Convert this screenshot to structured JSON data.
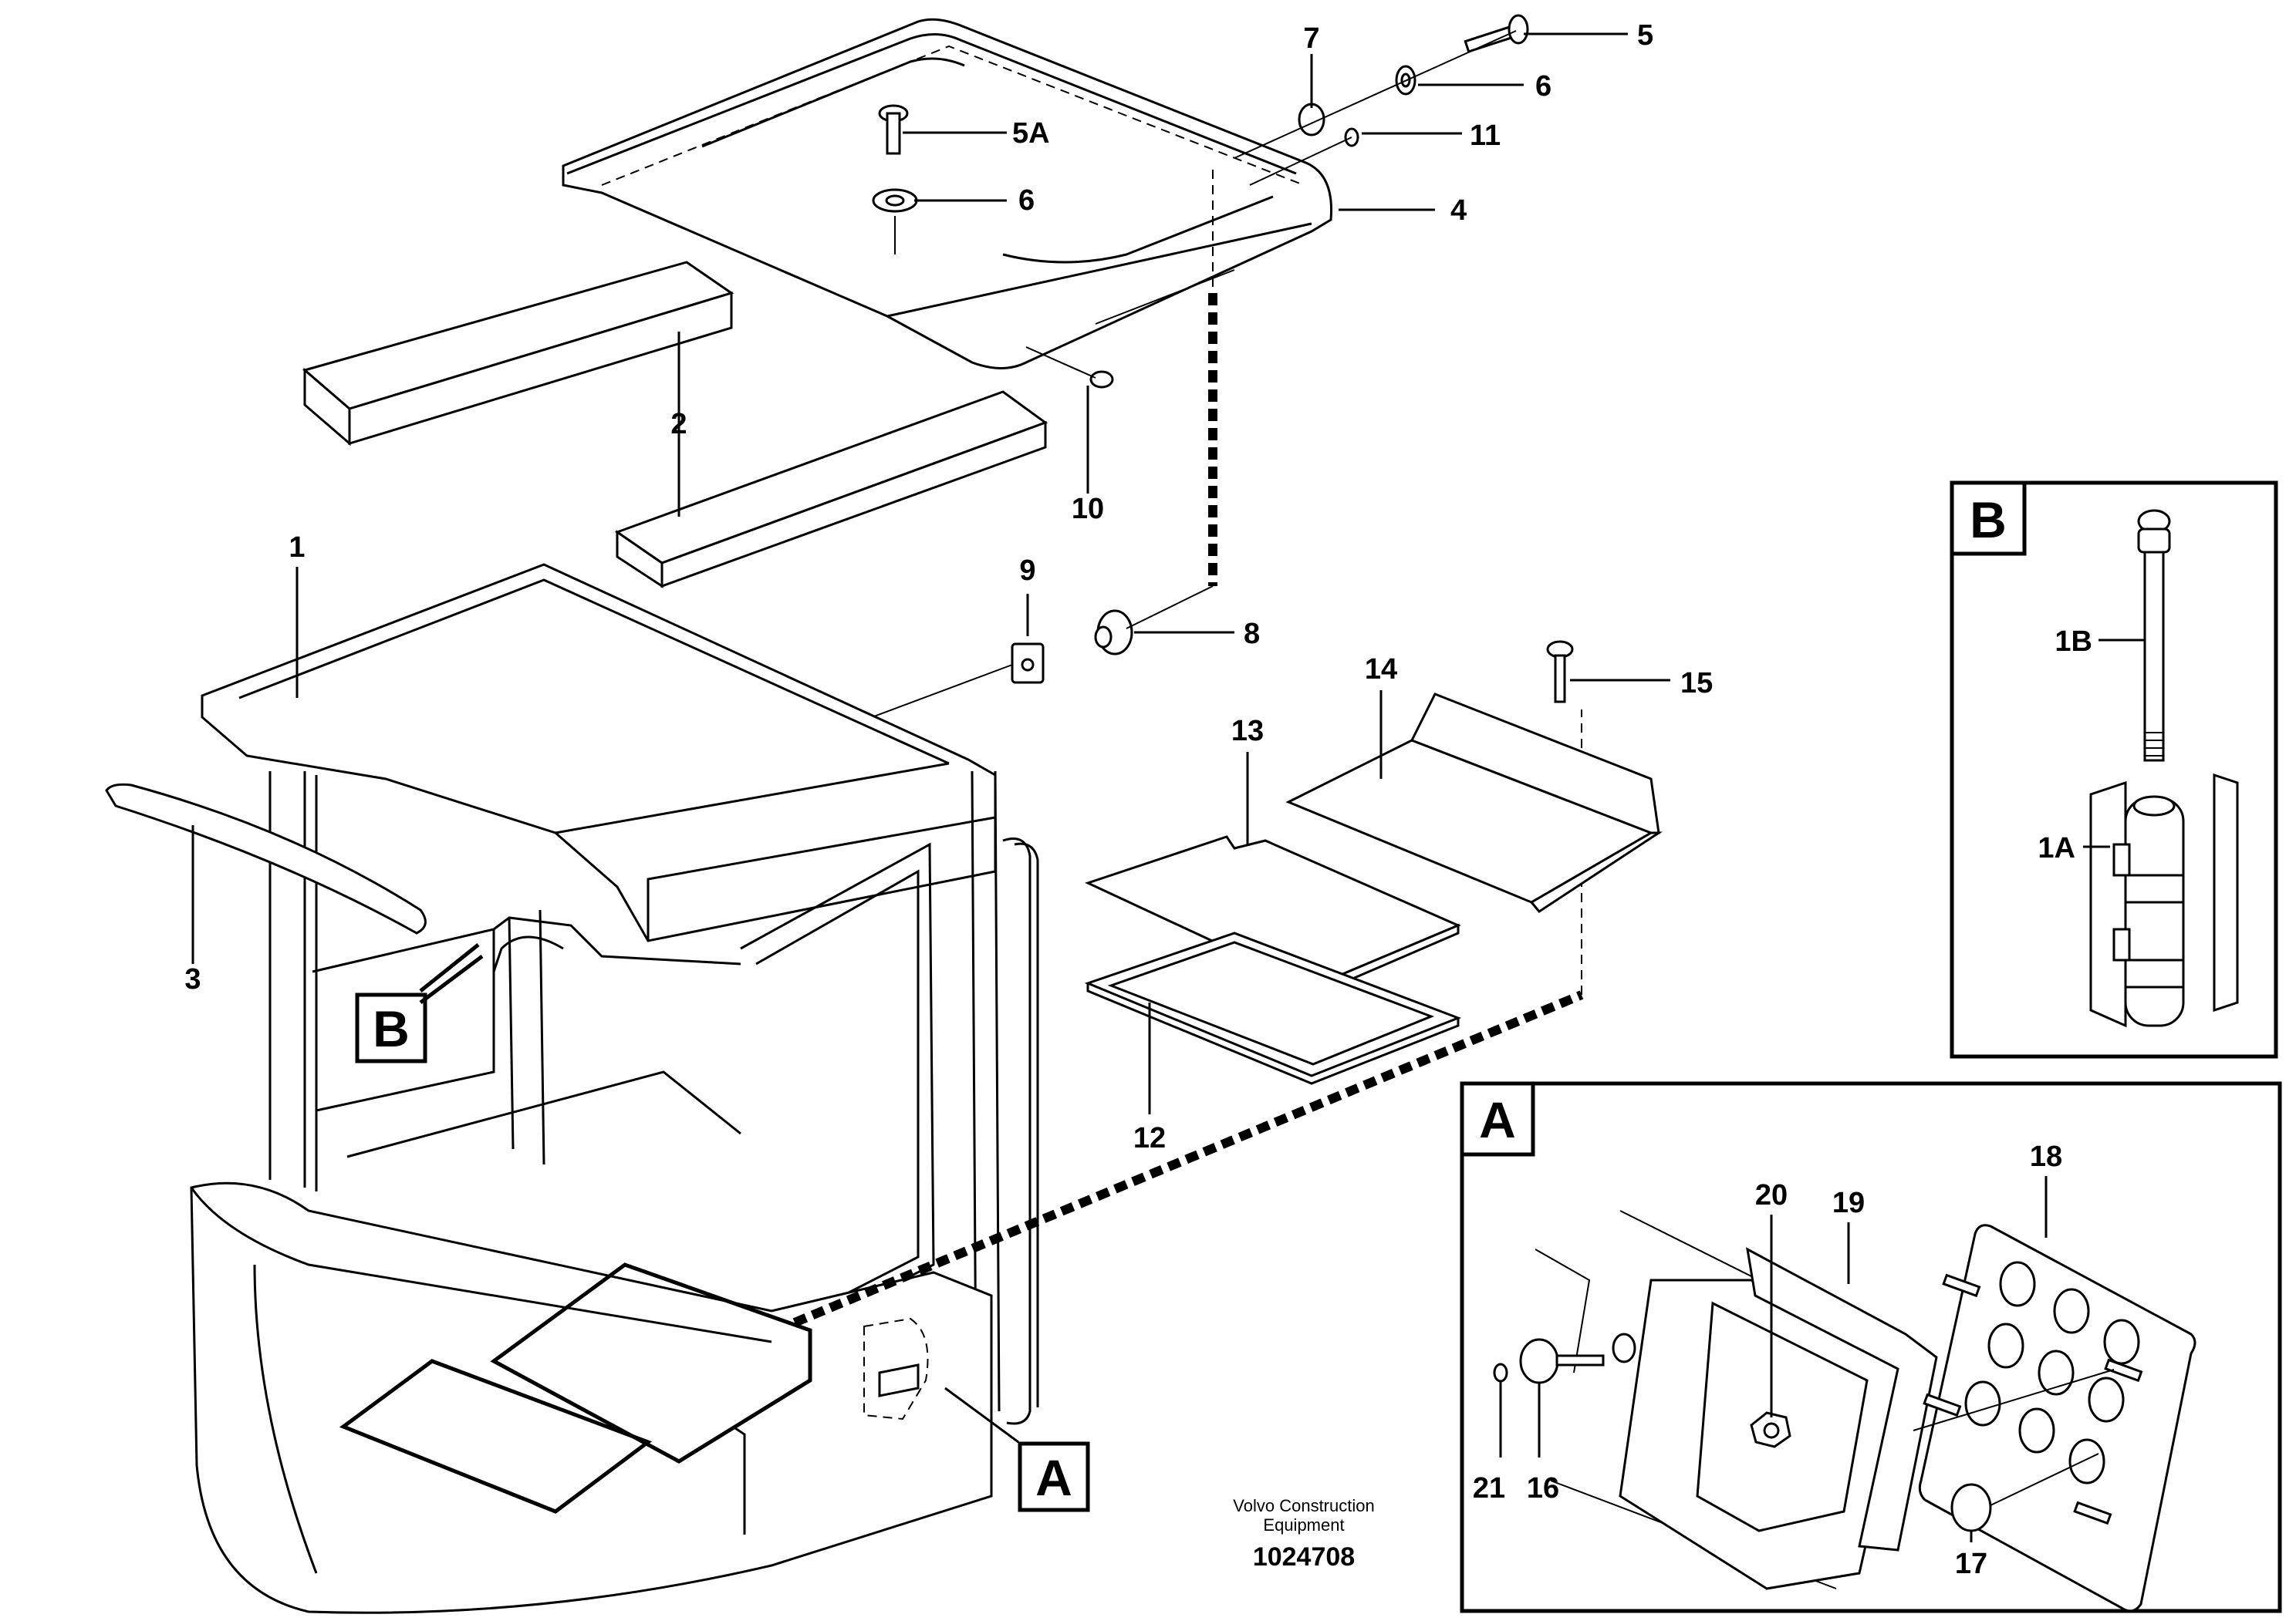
{
  "callouts": {
    "c1": "1",
    "c1a": "1A",
    "c1b": "1B",
    "c2": "2",
    "c3": "3",
    "c4": "4",
    "c5": "5",
    "c5a": "5A",
    "c6a": "6",
    "c6b": "6",
    "c7": "7",
    "c8": "8",
    "c9": "9",
    "c10": "10",
    "c11": "11",
    "c12": "12",
    "c13": "13",
    "c14": "14",
    "c15": "15",
    "c16": "16",
    "c17": "17",
    "c18": "18",
    "c19": "19",
    "c20": "20",
    "c21": "21"
  },
  "detail_boxes": {
    "a": "A",
    "b": "B"
  },
  "credit": {
    "line1": "Volvo Construction",
    "line2": "Equipment"
  },
  "document_number": "1024708"
}
